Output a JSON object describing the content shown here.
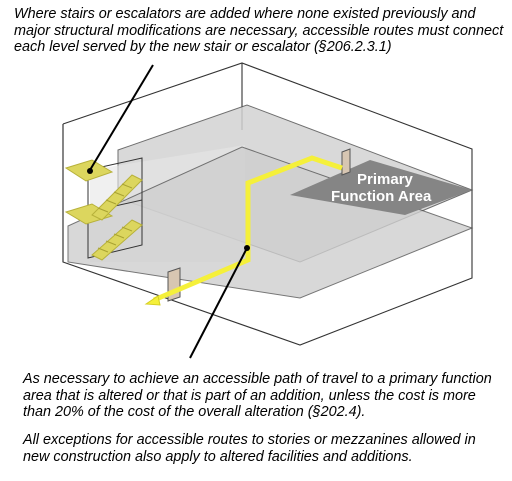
{
  "captions": {
    "top": "Where stairs or escalators are added where none existed previously and major structural modifications are necessary, accessible routes must connect each level served by the new stair or escalator (§206.2.3.1)",
    "bottom_1": "As necessary to achieve an accessible path of travel to a primary function area that is altered or that is part of an addition, unless the cost is more than 20% of the cost of the overall alteration (§202.4).",
    "bottom_2": "All exceptions for accessible routes to stories or mezzanines allowed in new construction also apply to altered facilities and additions."
  },
  "diagram": {
    "area_label_line1": "Primary",
    "area_label_line2": "Function Area",
    "colors": {
      "route": "#f5f03a",
      "stair": "#dcd65e",
      "floor": "#d6d6d6",
      "primary_area": "#858585",
      "door": "#d7c6b2"
    }
  }
}
